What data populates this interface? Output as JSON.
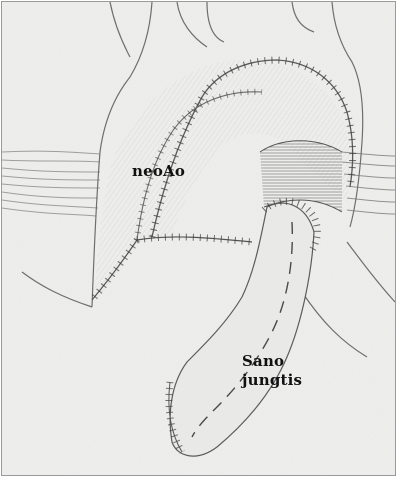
{
  "labels": {
    "neoao": "neoAo",
    "conduit_line1": "Sano",
    "conduit_line2": "jungtis"
  }
}
